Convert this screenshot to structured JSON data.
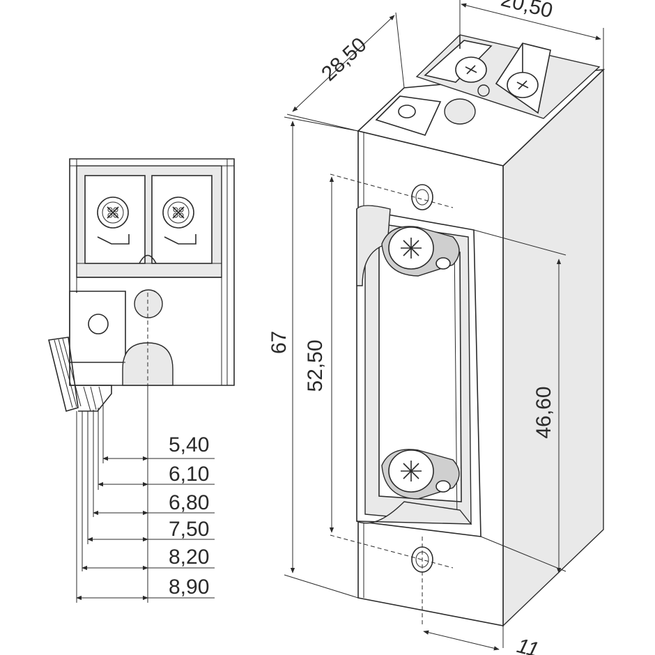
{
  "colors": {
    "line": "#2a2a2a",
    "background": "#ffffff",
    "shade": "#e9e9e9"
  },
  "dimensions": {
    "depth_top": "28,50",
    "width_top": "20,50",
    "height_total": "67",
    "hole_spacing": "52,50",
    "latch_length": "46,60",
    "front_width": "11",
    "offsets": [
      "5,40",
      "6,10",
      "6,80",
      "7,50",
      "8,20",
      "8,90"
    ]
  }
}
